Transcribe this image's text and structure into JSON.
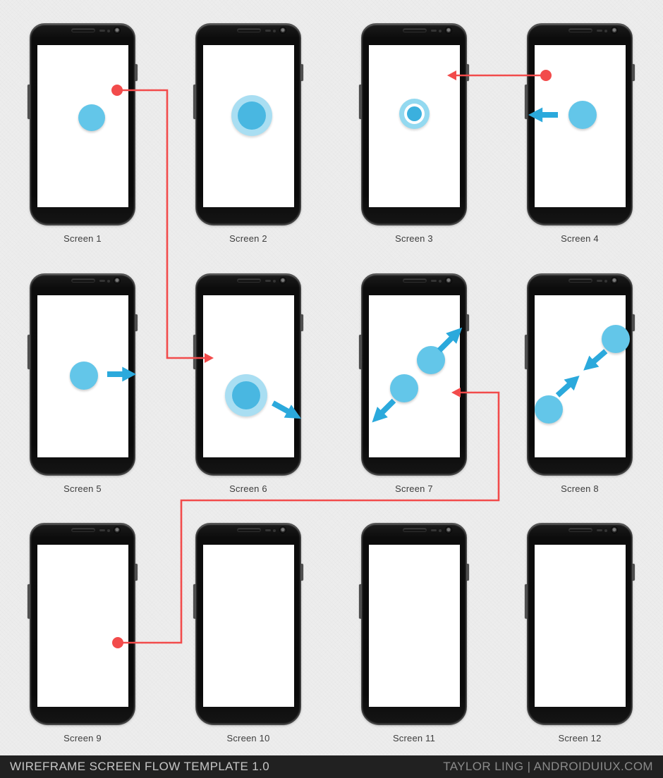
{
  "title": "Wireframe Screen Flow Template 1.0",
  "screens": [
    {
      "label": "Screen 1",
      "gesture": "tap"
    },
    {
      "label": "Screen 2",
      "gesture": "double-tap"
    },
    {
      "label": "Screen 3",
      "gesture": "long-press"
    },
    {
      "label": "Screen 4",
      "gesture": "swipe-left"
    },
    {
      "label": "Screen 5",
      "gesture": "swipe-right"
    },
    {
      "label": "Screen 6",
      "gesture": "double-tap-drag"
    },
    {
      "label": "Screen 7",
      "gesture": "pinch-open"
    },
    {
      "label": "Screen 8",
      "gesture": "pinch-close"
    },
    {
      "label": "Screen 9",
      "gesture": ""
    },
    {
      "label": "Screen 10",
      "gesture": ""
    },
    {
      "label": "Screen 11",
      "gesture": ""
    },
    {
      "label": "Screen 12",
      "gesture": ""
    }
  ],
  "connectors": [
    {
      "from": "Screen 1",
      "to": "Screen 6"
    },
    {
      "from": "Screen 4",
      "to": "Screen 3"
    },
    {
      "from": "Screen 9",
      "to": "Screen 7"
    }
  ],
  "footer": {
    "left": "WIREFRAME SCREEN FLOW TEMPLATE 1.0",
    "right": "TAYLOR LING | ANDROIDUIUX.COM"
  },
  "colors": {
    "background": "#ededed",
    "phone_body": "#0c0c0c",
    "flow_red": "#f24b4b",
    "gesture_blue": "#63c6e9",
    "gesture_blue_light": "#a9def2",
    "gesture_blue_dark": "#2ba9dc",
    "footer_bg": "#212121"
  }
}
